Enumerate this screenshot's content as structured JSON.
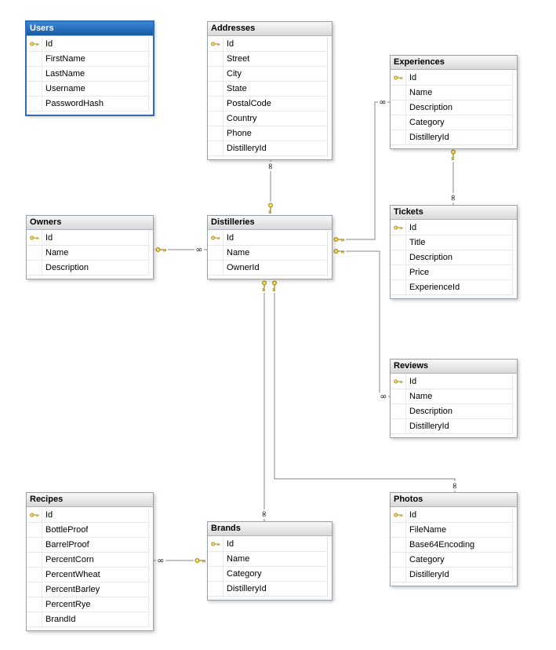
{
  "diagram": {
    "selected_table": "Users",
    "glyphs": {
      "many_symbol": "∞"
    },
    "colors": {
      "selected_header_blue": "#1c64b5",
      "header_gray": "#dcdcdc",
      "key_gold": "#c9a227",
      "connector_gray": "#8a8a8a",
      "canvas_white": "#ffffff"
    },
    "tables": [
      {
        "name": "Users",
        "selected": true,
        "columns": [
          {
            "name": "Id",
            "pk": true
          },
          {
            "name": "FirstName"
          },
          {
            "name": "LastName"
          },
          {
            "name": "Username"
          },
          {
            "name": "PasswordHash"
          }
        ]
      },
      {
        "name": "Addresses",
        "columns": [
          {
            "name": "Id",
            "pk": true
          },
          {
            "name": "Street"
          },
          {
            "name": "City"
          },
          {
            "name": "State"
          },
          {
            "name": "PostalCode"
          },
          {
            "name": "Country"
          },
          {
            "name": "Phone"
          },
          {
            "name": "DistilleryId"
          }
        ]
      },
      {
        "name": "Experiences",
        "columns": [
          {
            "name": "Id",
            "pk": true
          },
          {
            "name": "Name"
          },
          {
            "name": "Description"
          },
          {
            "name": "Category"
          },
          {
            "name": "DistilleryId"
          }
        ]
      },
      {
        "name": "Owners",
        "columns": [
          {
            "name": "Id",
            "pk": true
          },
          {
            "name": "Name"
          },
          {
            "name": "Description"
          }
        ]
      },
      {
        "name": "Distilleries",
        "columns": [
          {
            "name": "Id",
            "pk": true
          },
          {
            "name": "Name"
          },
          {
            "name": "OwnerId"
          }
        ]
      },
      {
        "name": "Tickets",
        "columns": [
          {
            "name": "Id",
            "pk": true
          },
          {
            "name": "Title"
          },
          {
            "name": "Description"
          },
          {
            "name": "Price"
          },
          {
            "name": "ExperienceId"
          }
        ]
      },
      {
        "name": "Reviews",
        "columns": [
          {
            "name": "Id",
            "pk": true
          },
          {
            "name": "Name"
          },
          {
            "name": "Description"
          },
          {
            "name": "DistilleryId"
          }
        ]
      },
      {
        "name": "Recipes",
        "columns": [
          {
            "name": "Id",
            "pk": true
          },
          {
            "name": "BottleProof"
          },
          {
            "name": "BarrelProof"
          },
          {
            "name": "PercentCorn"
          },
          {
            "name": "PercentWheat"
          },
          {
            "name": "PercentBarley"
          },
          {
            "name": "PercentRye"
          },
          {
            "name": "BrandId"
          }
        ]
      },
      {
        "name": "Brands",
        "columns": [
          {
            "name": "Id",
            "pk": true
          },
          {
            "name": "Name"
          },
          {
            "name": "Category"
          },
          {
            "name": "DistilleryId"
          }
        ]
      },
      {
        "name": "Photos",
        "columns": [
          {
            "name": "Id",
            "pk": true
          },
          {
            "name": "FileName"
          },
          {
            "name": "Base64Encoding"
          },
          {
            "name": "Category"
          },
          {
            "name": "DistilleryId"
          }
        ]
      }
    ],
    "relationships": [
      {
        "one": "Distilleries",
        "many": "Addresses"
      },
      {
        "one": "Owners",
        "many": "Distilleries"
      },
      {
        "one": "Distilleries",
        "many": "Experiences"
      },
      {
        "one": "Experiences",
        "many": "Tickets"
      },
      {
        "one": "Distilleries",
        "many": "Reviews"
      },
      {
        "one": "Distilleries",
        "many": "Brands"
      },
      {
        "one": "Distilleries",
        "many": "Photos"
      },
      {
        "one": "Brands",
        "many": "Recipes"
      }
    ]
  }
}
